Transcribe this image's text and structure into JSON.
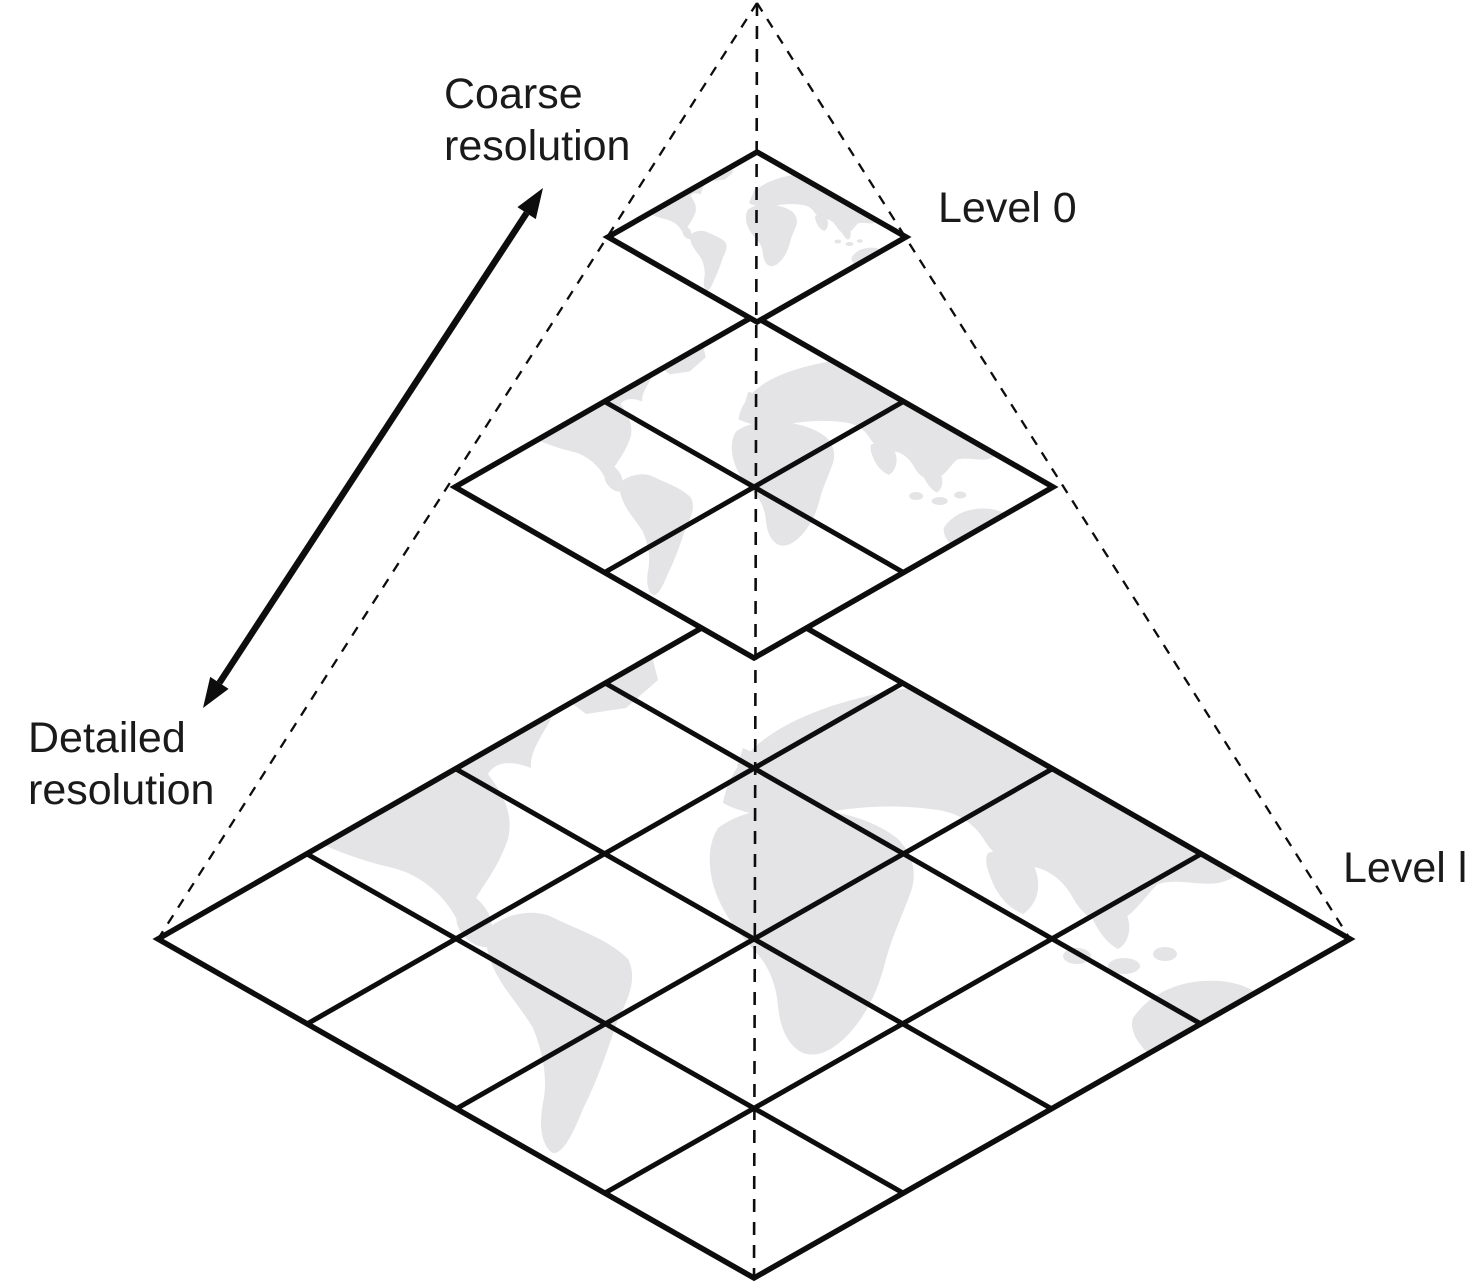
{
  "figure": {
    "kind": "tile-pyramid-diagram",
    "description": "Quadtree tile pyramid: coarse resolution at top (Level 0, single tile) to detailed resolution at bottom (Level l, 4x4 tiles), bounded by a dashed pyramid with a dashed central axis; each level shows a faint world map texture.",
    "background": "#ffffff"
  },
  "labels": {
    "coarse": {
      "line1": "Coarse",
      "line2": "resolution"
    },
    "detailed": {
      "line1": "Detailed",
      "line2": "resolution"
    },
    "level_top": "Level 0",
    "level_bottom": "Level l"
  },
  "pyramid": {
    "levels": [
      {
        "label": "Level 0",
        "grid_rows": 1,
        "grid_cols": 1,
        "tiles": 1
      },
      {
        "label": "",
        "grid_rows": 2,
        "grid_cols": 2,
        "tiles": 4
      },
      {
        "label": "Level l",
        "grid_rows": 4,
        "grid_cols": 4,
        "tiles": 16
      }
    ],
    "axis_arrow": {
      "up_meaning": "Coarse resolution",
      "down_meaning": "Detailed resolution",
      "style": "double-headed"
    }
  },
  "colors": {
    "line": "#0d0d0d",
    "text": "#1a1a1a",
    "map_fill": "#e4e4e6",
    "background": "#ffffff"
  },
  "icons": {
    "resolution_arrow": "double-headed-arrow"
  }
}
